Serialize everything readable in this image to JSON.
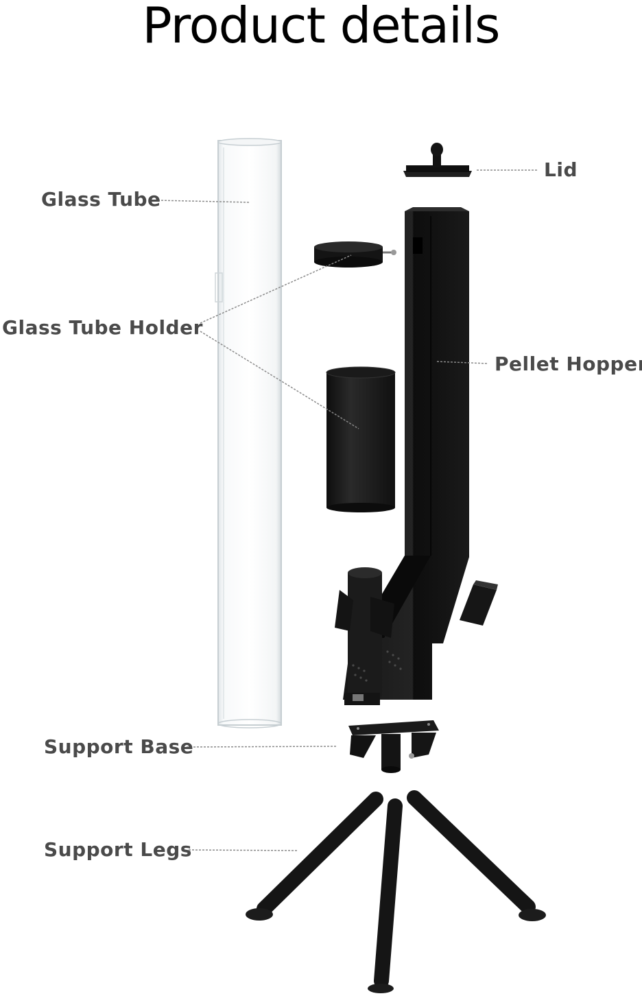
{
  "header": {
    "title": "Product details"
  },
  "labels": {
    "glass_tube": "Glass Tube",
    "lid": "Lid",
    "glass_tube_holder": "Glass Tube Holder",
    "pellet_hopper": "Pellet Hopper",
    "support_base": "Support Base",
    "support_legs": "Support Legs"
  },
  "colors": {
    "part_black": "#1c1c1c",
    "label_text": "#4a4a4a",
    "leader_line": "#8a8a8a",
    "glass_edge": "#c6ced2"
  }
}
